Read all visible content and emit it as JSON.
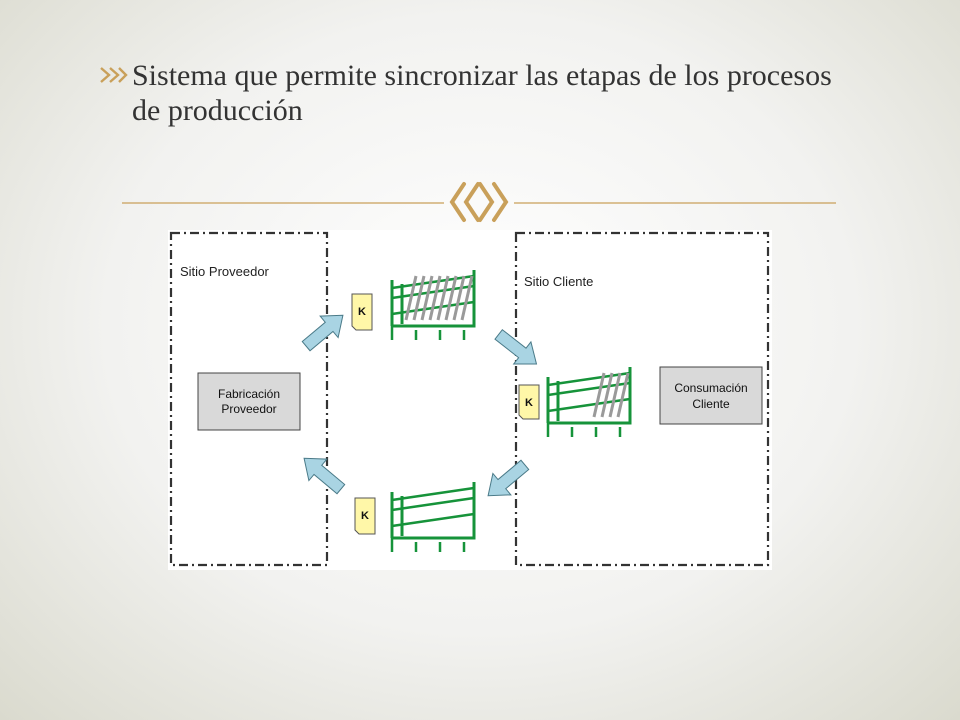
{
  "slide": {
    "bullet_icon": "double-chevron-bullet-icon",
    "bullet_text": "Sistema que permite sincronizar las etapas de los procesos de producción",
    "divider_icon": "double-chevron-ornament-icon"
  },
  "diagram": {
    "supplier_zone_label": "Sitio Proveedor",
    "client_zone_label": "Sitio Cliente",
    "supplier_process_line1": "Fabricación",
    "supplier_process_line2": "Proveedor",
    "client_process_line1": "Consumación",
    "client_process_line2": "Cliente",
    "kanban_card_label": "K"
  },
  "colors": {
    "accent_gold": "#c9a05a",
    "rack_green": "#16933a",
    "card_yellow": "#fff7a8",
    "arrow_blue": "#a9d4e3",
    "process_box_grey": "#d9d9d9"
  }
}
